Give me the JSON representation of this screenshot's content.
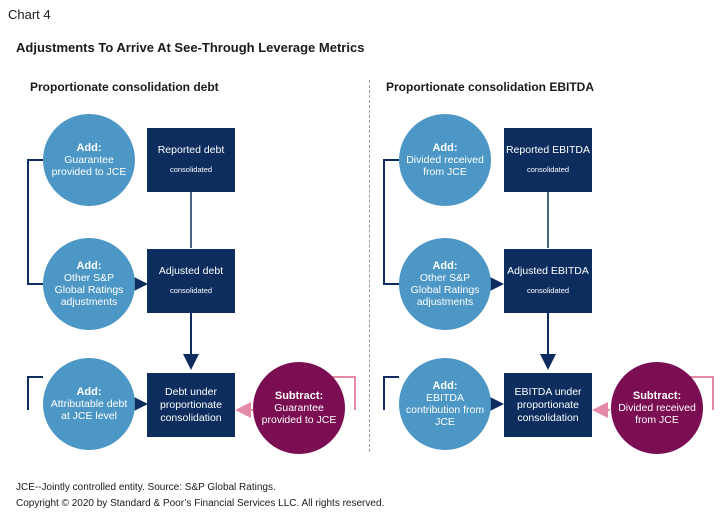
{
  "chart_label": "Chart 4",
  "title": "Adjustments To Arrive At See-Through Leverage Metrics",
  "panels": {
    "debt": {
      "heading": "Proportionate consolidation debt",
      "circles": [
        {
          "head": "Add:",
          "body": "Guarantee provided to JCE"
        },
        {
          "head": "Add:",
          "body": "Other S&P Global Ratings adjustments"
        },
        {
          "head": "Add:",
          "body": "Attributable debt at JCE level"
        },
        {
          "head": "Subtract:",
          "body": "Guarantee provided to JCE"
        }
      ],
      "boxes": [
        {
          "main": "Reported debt",
          "sub": "consolidated"
        },
        {
          "main": "Adjusted debt",
          "sub": "consolidated"
        },
        {
          "main": "Debt under proportionate consolidation",
          "sub": ""
        }
      ]
    },
    "ebitda": {
      "heading": "Proportionate consolidation EBITDA",
      "circles": [
        {
          "head": "Add:",
          "body": "Divided received from JCE"
        },
        {
          "head": "Add:",
          "body": "Other S&P Global Ratings adjustments"
        },
        {
          "head": "Add:",
          "body": "EBITDA contribution from JCE"
        },
        {
          "head": "Subtract:",
          "body": "Divided received from JCE"
        }
      ],
      "boxes": [
        {
          "main": "Reported EBITDA",
          "sub": "consolidated"
        },
        {
          "main": "Adjusted EBITDA",
          "sub": "consolidated"
        },
        {
          "main": "EBITDA under proportionate consolidation",
          "sub": ""
        }
      ]
    }
  },
  "colors": {
    "add_circle": "#4c97c5",
    "subtract_circle": "#7b0d53",
    "box": "#0d2d5e",
    "subtract_arrow": "#e58aa6"
  },
  "footnote": "JCE--Jointly controlled entity. Source: S&P Global Ratings.",
  "copyright": "Copyright © 2020 by Standard & Poor’s Financial Services LLC. All rights reserved."
}
